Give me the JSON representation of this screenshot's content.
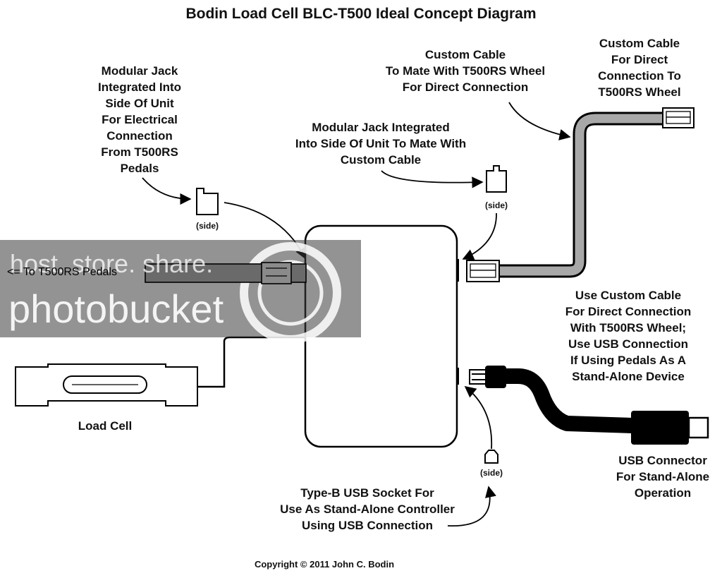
{
  "title": "Bodin Load Cell BLC-T500 Ideal Concept Diagram",
  "labels": {
    "pedal_jack": [
      "Modular Jack",
      "Integrated Into",
      "Side Of Unit",
      "For Electrical",
      "Connection",
      "From T500RS",
      "Pedals"
    ],
    "wheel_jack": [
      "Modular Jack Integrated",
      "Into Side Of Unit To Mate With",
      "Custom Cable"
    ],
    "custom_cable_mate": [
      "Custom Cable",
      "To Mate With T500RS Wheel",
      "For Direct Connection"
    ],
    "custom_cable_direct": [
      "Custom Cable",
      "For Direct",
      "Connection To",
      "T500RS Wheel"
    ],
    "usage_note": [
      "Use Custom Cable",
      "For Direct Connection",
      "With T500RS Wheel;",
      "Use USB Connection",
      "If Using Pedals As A",
      "Stand-Alone Device"
    ],
    "usb_connector": [
      "USB Connector",
      "For Stand-Alone",
      "Operation"
    ],
    "usb_socket": [
      "Type-B USB Socket For",
      "Use As Stand-Alone Controller",
      "Using USB Connection"
    ],
    "load_cell": "Load Cell",
    "to_pedals": "<= To T500RS Pedals",
    "side": "(side)"
  },
  "watermark": {
    "line1": "host. store. share.",
    "line2": "photobucket"
  },
  "copyright": "Copyright © 2011 John C. Bodin"
}
